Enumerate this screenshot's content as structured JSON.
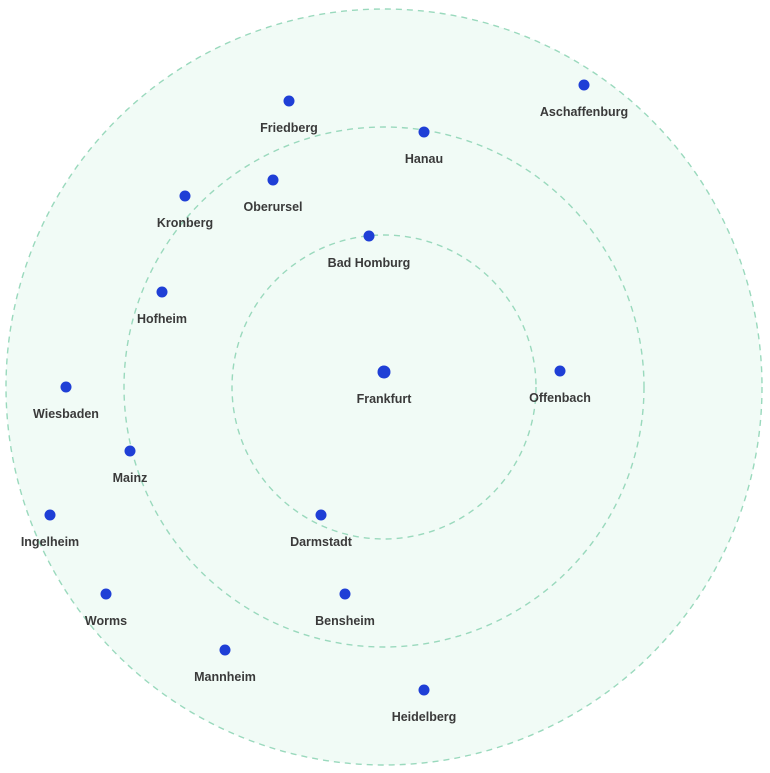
{
  "colors": {
    "background": "#ffffff",
    "zone_fill": "#f1fbf6",
    "ring_stroke": "#9ad9bd",
    "point": "#1f3fd6",
    "label": "#3a3a3a"
  },
  "center": {
    "name": "Frankfurt"
  },
  "rings": [
    {
      "id": "inner"
    },
    {
      "id": "middle"
    },
    {
      "id": "outer"
    }
  ],
  "cities": [
    {
      "id": "friedberg",
      "name": "Friedberg"
    },
    {
      "id": "aschaffenburg",
      "name": "Aschaffenburg"
    },
    {
      "id": "hanau",
      "name": "Hanau"
    },
    {
      "id": "kronberg",
      "name": "Kronberg"
    },
    {
      "id": "oberursel",
      "name": "Oberursel"
    },
    {
      "id": "bad-homburg",
      "name": "Bad Homburg"
    },
    {
      "id": "hofheim",
      "name": "Hofheim"
    },
    {
      "id": "wiesbaden",
      "name": "Wiesbaden"
    },
    {
      "id": "offenbach",
      "name": "Offenbach"
    },
    {
      "id": "mainz",
      "name": "Mainz"
    },
    {
      "id": "ingelheim",
      "name": "Ingelheim"
    },
    {
      "id": "darmstadt",
      "name": "Darmstadt"
    },
    {
      "id": "bensheim",
      "name": "Bensheim"
    },
    {
      "id": "worms",
      "name": "Worms"
    },
    {
      "id": "mannheim",
      "name": "Mannheim"
    },
    {
      "id": "heidelberg",
      "name": "Heidelberg"
    }
  ]
}
